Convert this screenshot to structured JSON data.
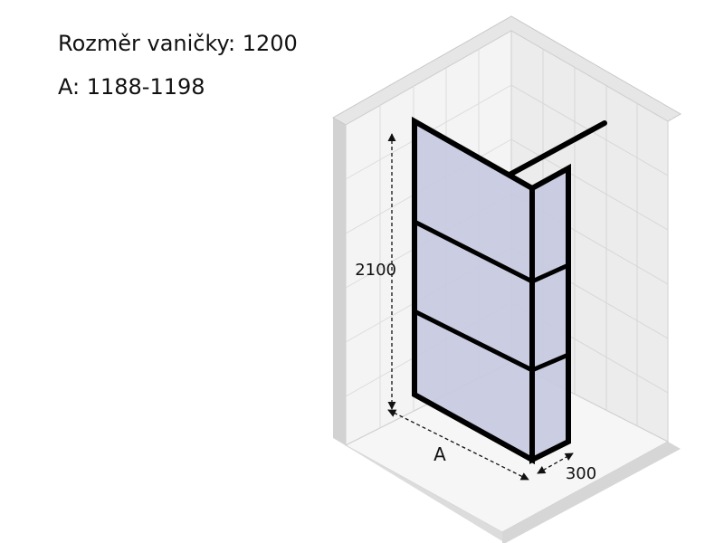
{
  "specs": {
    "tray_size": "Rozměr vaničky: 1200",
    "a_range": "A: 1188-1198"
  },
  "dimensions": {
    "height": "2100",
    "width": "A",
    "depth": "300"
  },
  "colors": {
    "frame": "#000000",
    "glass": "#c6c9e0",
    "tile_lines": "#dcdcdc",
    "wall_back": "#f4f4f4",
    "wall_right": "#ececec",
    "floor": "#f6f6f6",
    "wall_thickness": "#d2d2d2"
  }
}
